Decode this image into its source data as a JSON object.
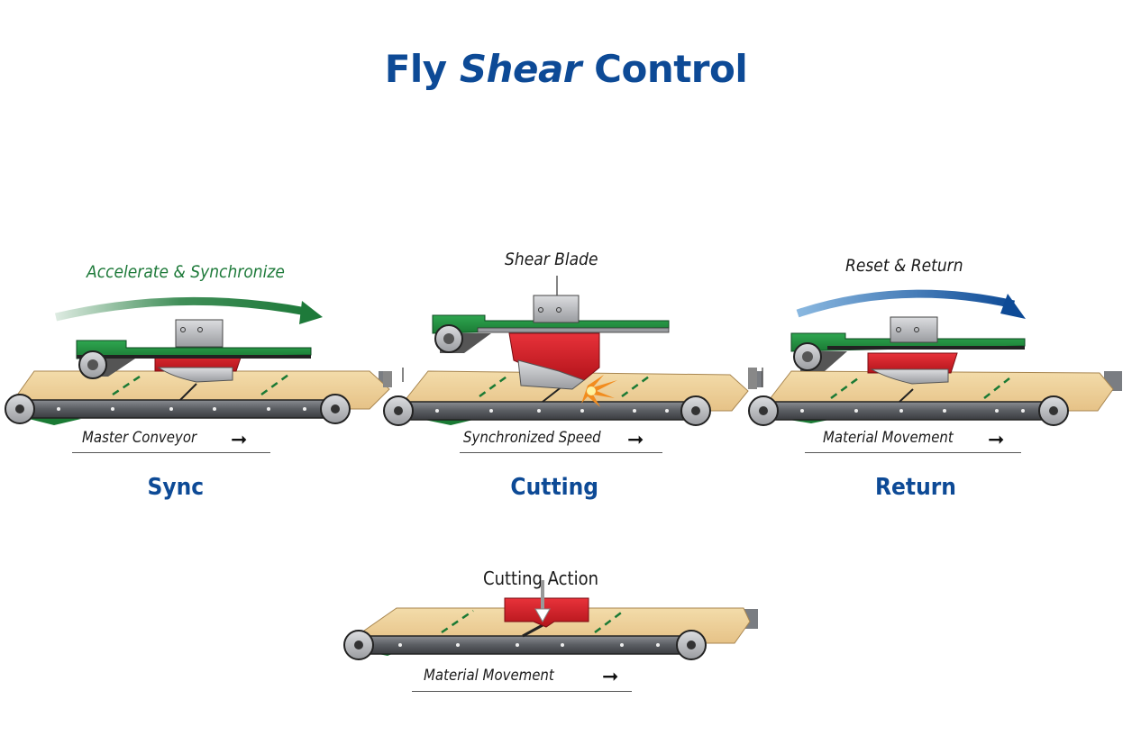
{
  "title": {
    "part1": "Fly ",
    "part2": "Shear",
    "part3": " Control"
  },
  "panels": [
    {
      "phase": "Sync",
      "top_label": "Accelerate & Synchronize",
      "caption": "Master Conveyor",
      "arrow_color": "#1e7a3a"
    },
    {
      "phase": "Cutting",
      "top_label": "Shear Blade",
      "caption": "Synchronized Speed"
    },
    {
      "phase": "Return",
      "top_label": "Reset & Return",
      "caption": "Material Movement",
      "arrow_color": "#1a5fb4"
    }
  ],
  "detail": {
    "label": "Cutting Action",
    "caption": "Material Movement"
  },
  "colors": {
    "title": "#0d4a96",
    "carriage": "#1f8a3c",
    "blade": "#d61f26",
    "material": "#f0d39c",
    "belt": "#5a5d62"
  }
}
